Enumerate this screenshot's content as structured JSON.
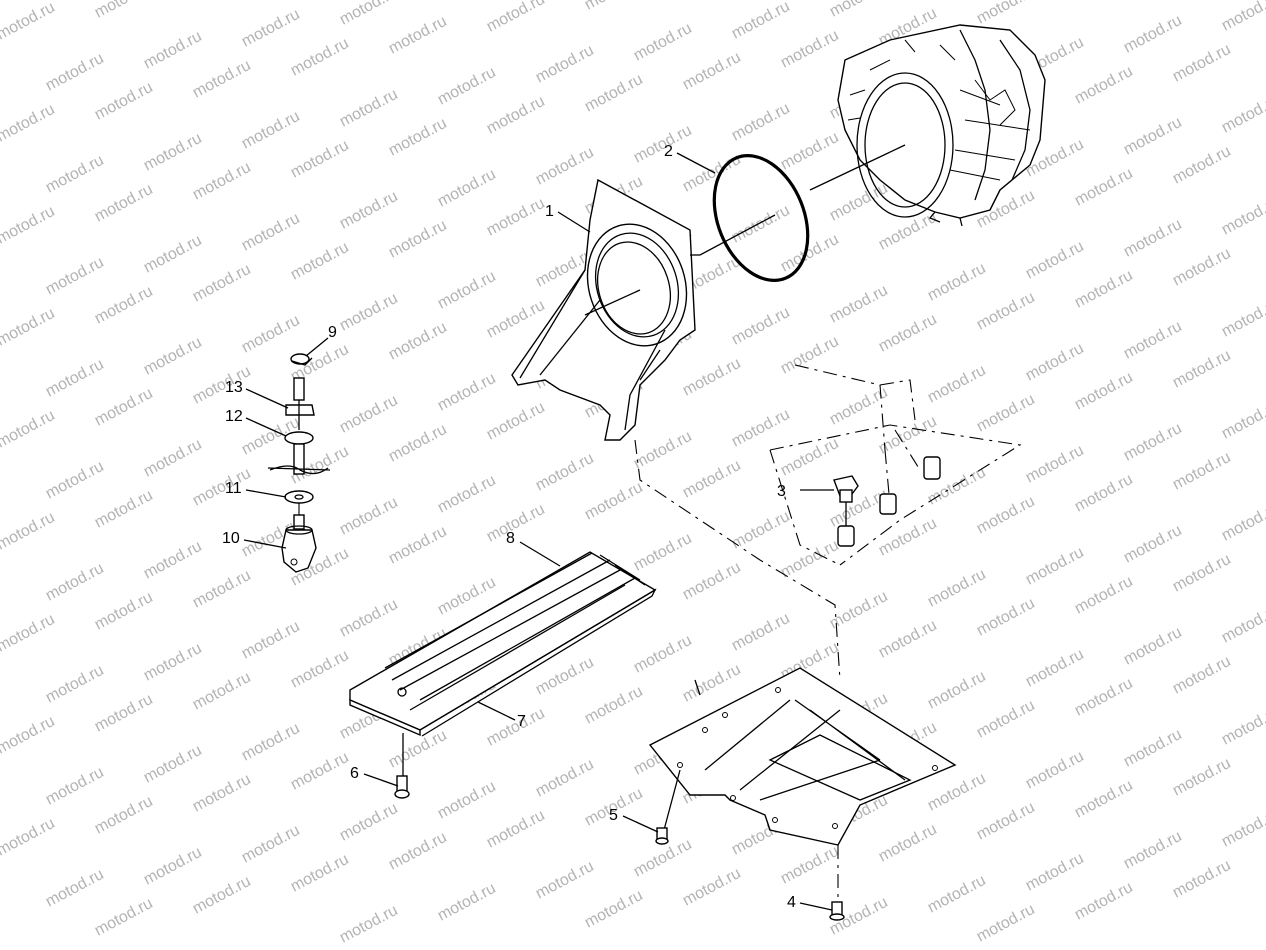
{
  "watermark": {
    "text": "motod.ru"
  },
  "callouts": [
    {
      "id": "1",
      "label": "1"
    },
    {
      "id": "2",
      "label": "2"
    },
    {
      "id": "3",
      "label": "3"
    },
    {
      "id": "4",
      "label": "4"
    },
    {
      "id": "5",
      "label": "5"
    },
    {
      "id": "6",
      "label": "6"
    },
    {
      "id": "7",
      "label": "7"
    },
    {
      "id": "8",
      "label": "8"
    },
    {
      "id": "9",
      "label": "9"
    },
    {
      "id": "10",
      "label": "10"
    },
    {
      "id": "11",
      "label": "11"
    },
    {
      "id": "12",
      "label": "12"
    },
    {
      "id": "13",
      "label": "13"
    }
  ]
}
